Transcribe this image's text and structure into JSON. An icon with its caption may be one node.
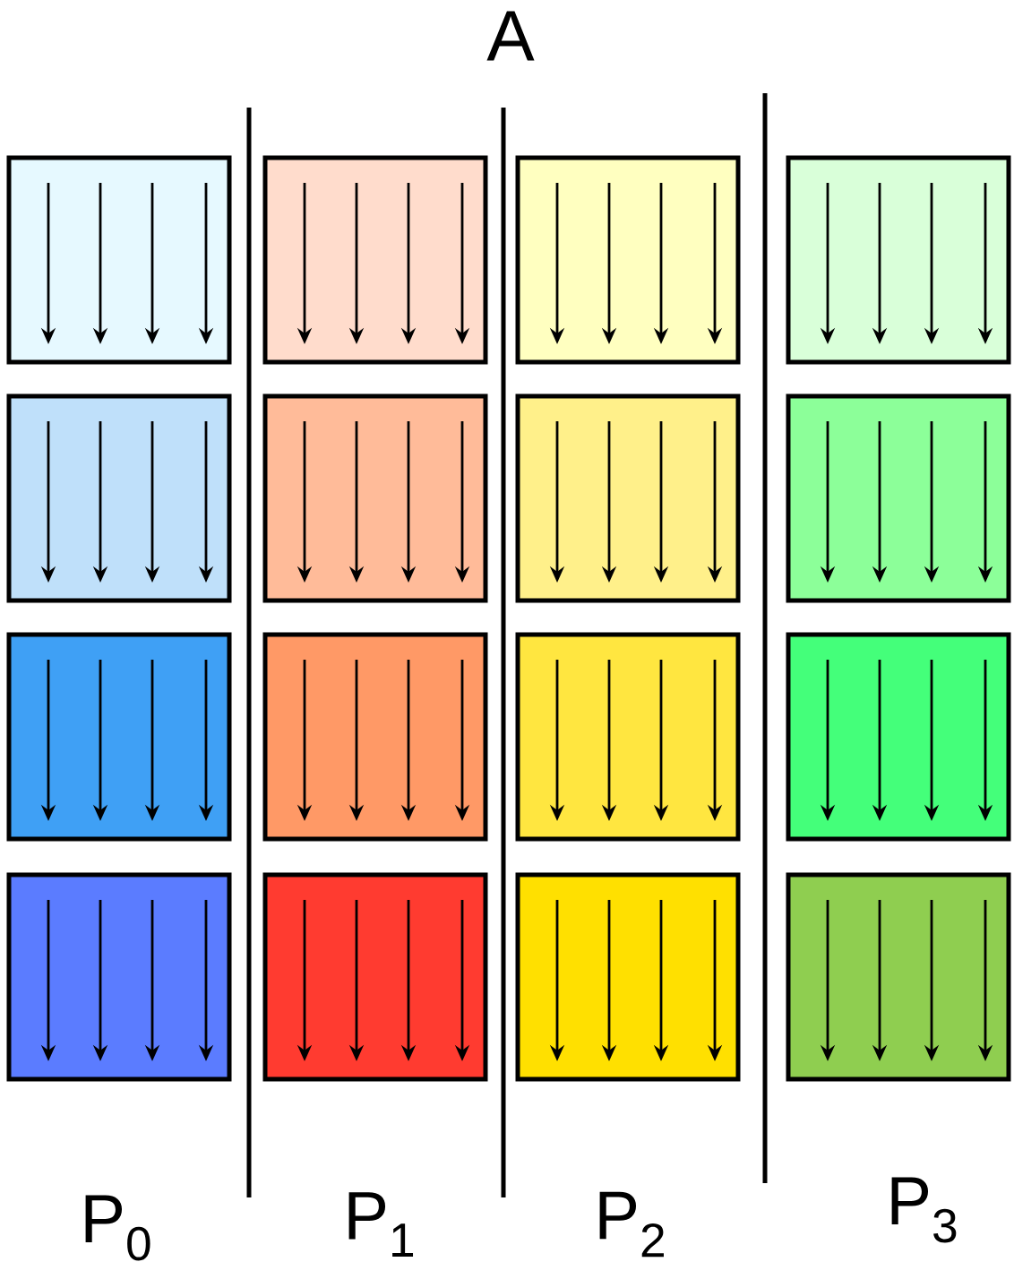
{
  "diagram": {
    "title": "A",
    "labels": [
      "P$_{0}$",
      "P$_{1}$",
      "P$_{2}$",
      "P$_{3}$"
    ]
  }
}
